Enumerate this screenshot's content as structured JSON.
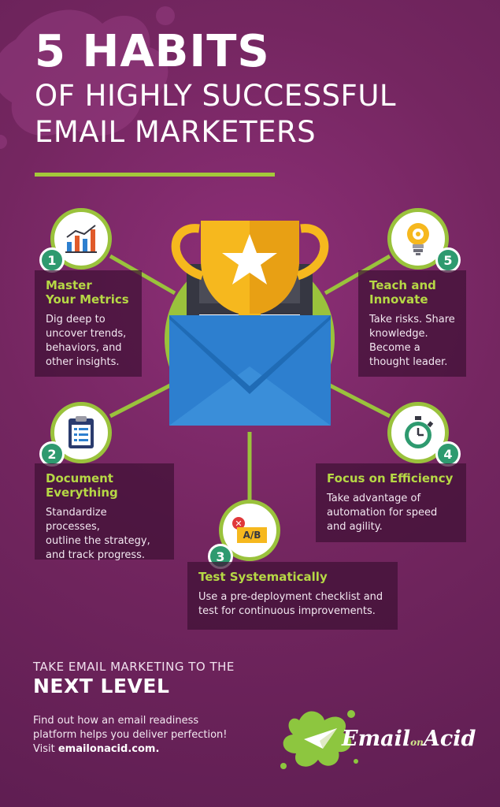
{
  "header": {
    "title_line1": "5 HABITS",
    "title_line2": "OF HIGHLY SUCCESSFUL",
    "title_line3": "EMAIL MARKETERS"
  },
  "colors": {
    "background": "#742660",
    "accent_green": "#9ac23c",
    "title_green": "#b6d845",
    "number_badge": "#2e9a6f",
    "card_bg": "#3e1034",
    "trophy_gold": "#f6b81e",
    "envelope_blue": "#2d7fcf"
  },
  "habits": [
    {
      "number": "1",
      "icon": "bar-chart-icon",
      "title_line1": "Master",
      "title_line2": "Your Metrics",
      "body_lines": [
        "Dig deep to",
        "uncover trends,",
        "behaviors, and",
        "other insights."
      ]
    },
    {
      "number": "2",
      "icon": "clipboard-checklist-icon",
      "title_line1": "Document",
      "title_line2": "Everything",
      "body_lines": [
        "Standardize processes,",
        "outline the strategy,",
        "and track progress."
      ]
    },
    {
      "number": "3",
      "icon": "ab-test-icon",
      "icon_text": "A/B",
      "title_line1": "Test Systematically",
      "title_line2": "",
      "body_lines": [
        "Use a pre-deployment checklist and",
        "test for continuous improvements."
      ]
    },
    {
      "number": "4",
      "icon": "stopwatch-icon",
      "title_line1": "Focus on Efficiency",
      "title_line2": "",
      "body_lines": [
        "Take advantage of",
        "automation for speed",
        "and agility."
      ]
    },
    {
      "number": "5",
      "icon": "lightbulb-gear-icon",
      "title_line1": "Teach and",
      "title_line2": "Innovate",
      "body_lines": [
        "Take risks. Share",
        "knowledge.",
        "Become a",
        "thought leader."
      ]
    }
  ],
  "hero": {
    "icon": "trophy-envelope-icon"
  },
  "cta": {
    "line1": "TAKE EMAIL MARKETING TO THE",
    "line2": "NEXT LEVEL",
    "body_line1": "Find out how an email readiness",
    "body_line2": "platform helps you deliver perfection!",
    "body_line3_prefix": "Visit ",
    "body_link": "emailonacid.com."
  },
  "logo": {
    "word1": "Email",
    "word2": "on",
    "word3": "Acid"
  }
}
